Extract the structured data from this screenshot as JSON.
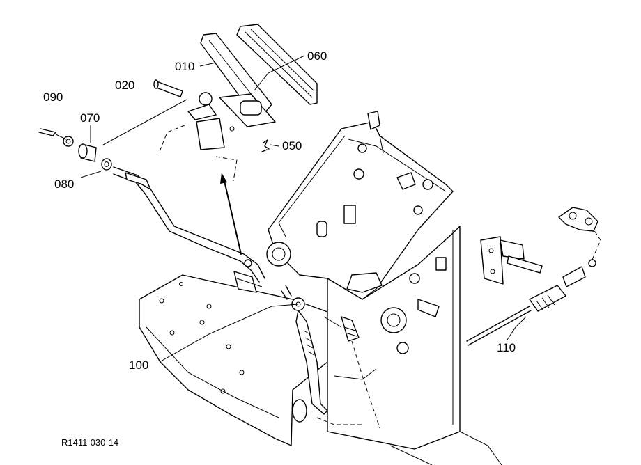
{
  "diagram": {
    "part_labels": {
      "p010": "010",
      "p020": "020",
      "p050": "050",
      "p060": "060",
      "p070": "070",
      "p080": "080",
      "p090": "090",
      "p100": "100",
      "p110": "110"
    },
    "reference_code": "R1411-030-14"
  }
}
